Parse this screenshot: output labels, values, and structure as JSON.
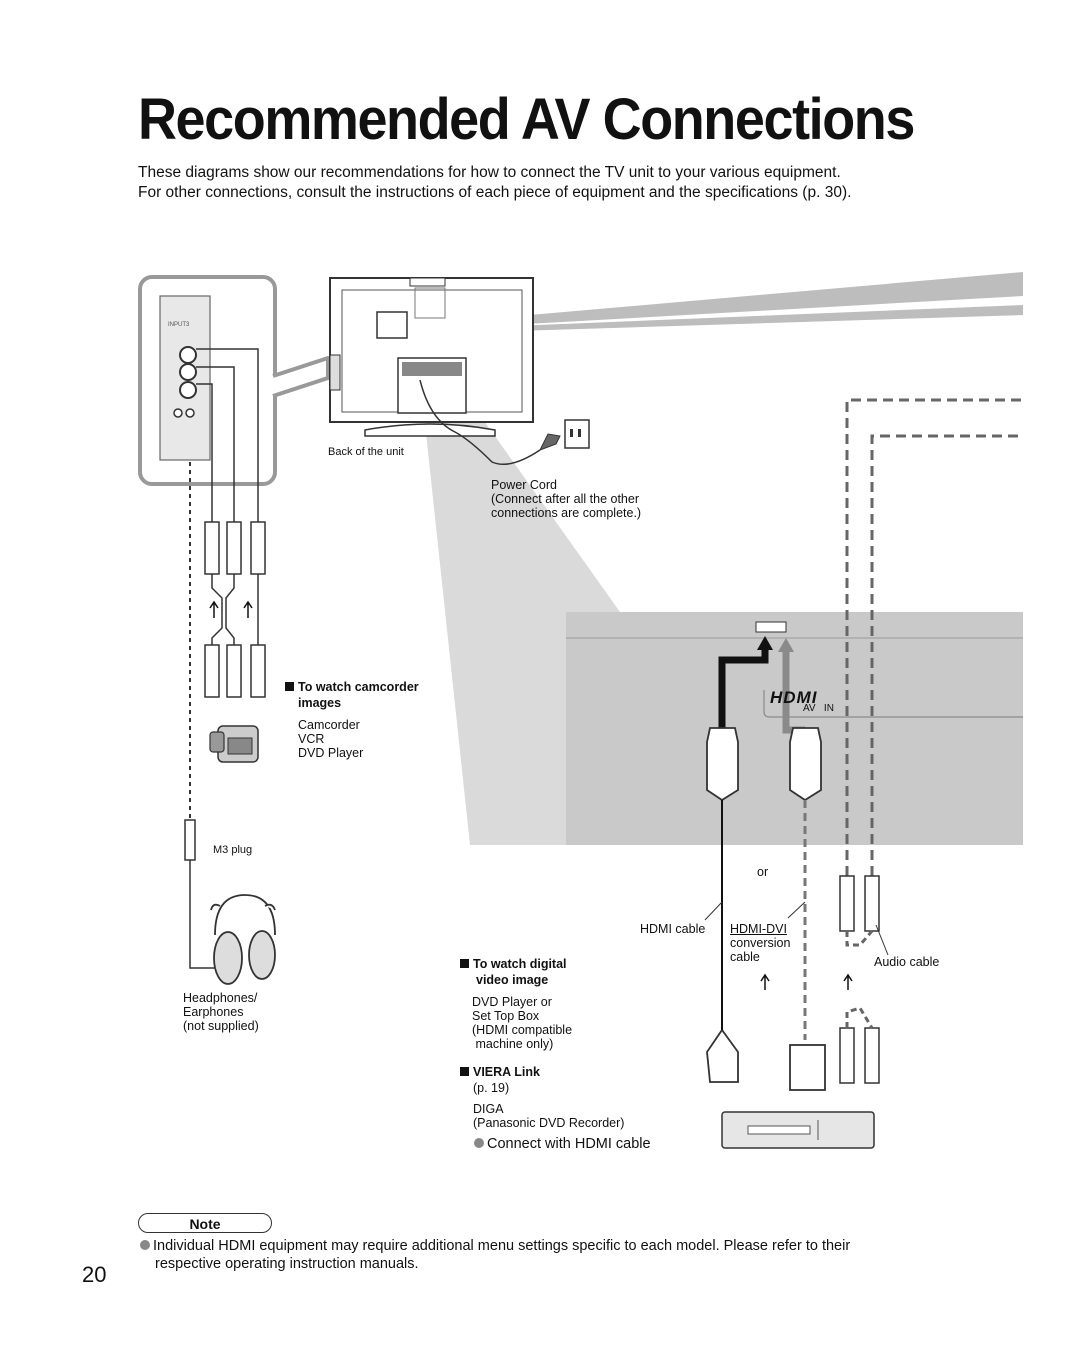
{
  "title": "Recommended AV Connections",
  "intro": {
    "line1": "These diagrams show our recommendations for how to connect the TV unit to your various equipment.",
    "line2": "For other connections, consult the instructions of each piece of equipment and the specifications (p. 30)."
  },
  "tv": {
    "back_label": "Back of the unit",
    "power_cord": "Power Cord",
    "power_note_1": "(Connect after all the other",
    "power_note_2": "connections are complete.)",
    "side_panel_label": "INPUT3",
    "hdmi_logo": "HDMI",
    "hdmi_port_label": "AV   IN"
  },
  "camcorder_section": {
    "heading_1": "To watch camcorder",
    "heading_2": "images",
    "devices": [
      "Camcorder",
      "VCR",
      "DVD Player"
    ],
    "m3_plug": "M3 plug",
    "headphones": [
      "Headphones/",
      "Earphones",
      "(not supplied)"
    ]
  },
  "digital_section": {
    "heading_1": "To watch digital",
    "heading_2": "video image",
    "devices": [
      "DVD Player or",
      "Set Top Box",
      "(HDMI compatible",
      " machine only)"
    ],
    "viera_heading": "VIERA Link",
    "viera_ref": "(p. 19)",
    "diga": "DIGA",
    "diga_desc": "(Panasonic DVD Recorder)",
    "connect_note": "Connect with HDMI cable",
    "or_label": "or",
    "hdmi_cable": "HDMI cable",
    "hdmi_dvi_1": "HDMI-DVI",
    "hdmi_dvi_2": "conversion",
    "hdmi_dvi_3": "cable",
    "audio_cable": "Audio cable"
  },
  "note": {
    "label": "Note",
    "line1": "Individual HDMI equipment may require additional menu settings specific to each model. Please refer to their",
    "line2": "respective operating instruction manuals."
  },
  "page_number": "20",
  "colors": {
    "gray_panel": "#c9c9c9",
    "cable_dark": "#111111",
    "cable_gray": "#8a8a8a"
  }
}
